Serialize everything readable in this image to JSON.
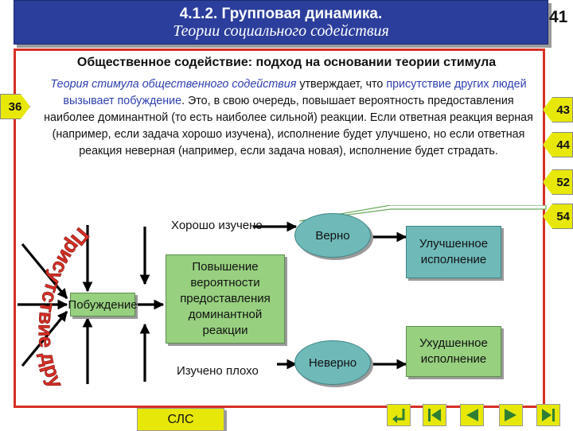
{
  "header": {
    "title_line1": "4.1.2. Групповая динамика.",
    "title_line2": "Теории социального содействия",
    "page_number": "41"
  },
  "heading": "Общественное содействие: подход на основании теории стимула",
  "paragraph": {
    "p1": "Теория стимула общественного содействия",
    "p2": " утверждает, что ",
    "p3": "присутствие других людей вызывает побуждение",
    "p4": ". Это, в свою очередь, повышает вероятность предоставления наиболее доминантной (то есть наиболее сильной) реакции. Если ответная реакция верная (например, если задача хорошо изучена), исполнение будет улучшено, но если ответная реакция неверная (например, если задача новая), исполнение будет страдать."
  },
  "nav_refs": {
    "left": "36",
    "right": [
      "43",
      "44",
      "52",
      "54"
    ]
  },
  "diagram": {
    "presence_label": "Присутствие других",
    "arousal": "Побуждение",
    "well_learned": "Хорошо изучено",
    "dominant_probability": "Повышение вероятности предоставления доминантной реакции",
    "poorly_learned": "Изучено плохо",
    "correct": "Верно",
    "incorrect": "Неверно",
    "improved": "Улучшенное исполнение",
    "impaired": "Ухудшенное исполнение"
  },
  "footer": {
    "slc_label": "СЛС"
  },
  "colors": {
    "header_bg": "#2b3e9c",
    "frame_border": "#d62f25",
    "green_box": "#97d07f",
    "teal_box": "#6fb9b9",
    "nav_yellow": "#e7e80a",
    "arc_text": "#d62f25"
  }
}
